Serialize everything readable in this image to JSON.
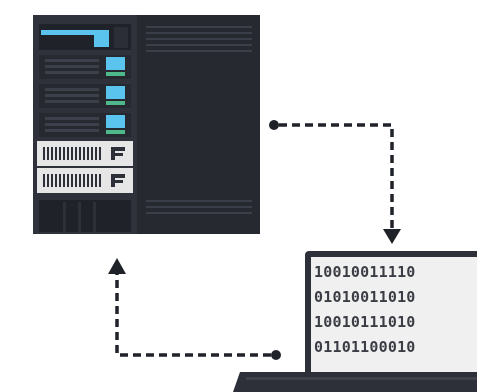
{
  "diagram": {
    "colors": {
      "cabinet": "#2d3039",
      "cabinet_dark": "#23262d",
      "panel_dark": "#1f2228",
      "accent_blue": "#5bc4ee",
      "drive_light": "#e6e6e6",
      "connector": "#1f2228",
      "screen": "#f0f0f0",
      "digits": "#3a3d44"
    },
    "icons": {
      "server": "server-rack-icon",
      "laptop": "laptop-icon",
      "arrow_down": "arrow-down-icon",
      "arrow_up": "arrow-up-icon"
    },
    "laptop_screen": {
      "lines": [
        "10010011110",
        "01010011010",
        "10010111010",
        "01101100010"
      ]
    }
  }
}
